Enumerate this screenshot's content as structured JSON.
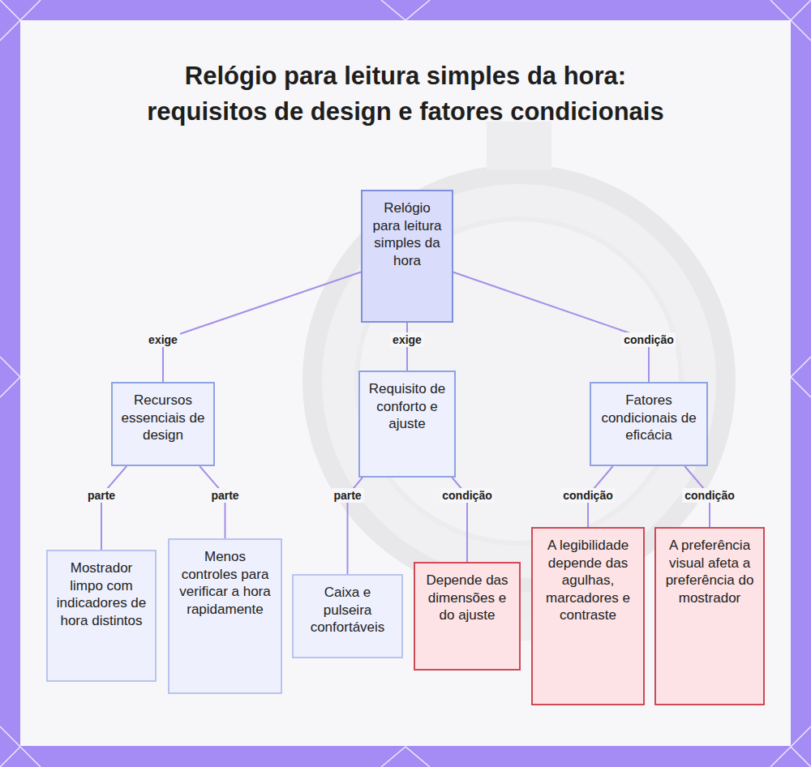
{
  "diagram": {
    "title": "Relógio para leitura simples da hora: requisitos de design e fatores condicionais",
    "nodes": [
      {
        "text": [
          "Relógio para leitura simples da hora"
        ]
      },
      {
        "text": [
          "Recursos essenciais de design"
        ]
      },
      {
        "text": [
          "Requisito de conforto e ajuste"
        ]
      },
      {
        "text": [
          "Fatores condicionais de eficácia"
        ]
      },
      {
        "text": [
          "Mostrador limpo com indicadores de hora distintos"
        ]
      },
      {
        "text": [
          "Menos controles para verificar a hora rapidamente"
        ]
      },
      {
        "text": [
          "Caixa e pulseira confortáveis"
        ]
      },
      {
        "text": [
          "Depende das dimensões e do ajuste"
        ]
      },
      {
        "text": [
          "A legibilidade depende das agulhas, marcadores e contraste"
        ]
      },
      {
        "text": [
          "A preferência visual afeta a preferência do mostrador"
        ]
      }
    ],
    "edges": [
      {
        "from": 0,
        "to": 1,
        "label": "exige",
        "arrow": "none"
      },
      {
        "from": 0,
        "to": 2,
        "label": "exige",
        "arrow": "none"
      },
      {
        "from": 0,
        "to": 3,
        "label": "condição",
        "arrow": "none"
      },
      {
        "from": 1,
        "to": 4,
        "label": "parte",
        "arrow": "none"
      },
      {
        "from": 1,
        "to": 5,
        "label": "parte",
        "arrow": "none"
      },
      {
        "from": 2,
        "to": 6,
        "label": "parte",
        "arrow": "none"
      },
      {
        "from": 2,
        "to": 7,
        "label": "condição",
        "arrow": "none"
      },
      {
        "from": 3,
        "to": 8,
        "label": "condição",
        "arrow": "none"
      },
      {
        "from": 3,
        "to": 9,
        "label": "condição",
        "arrow": "none"
      }
    ]
  }
}
